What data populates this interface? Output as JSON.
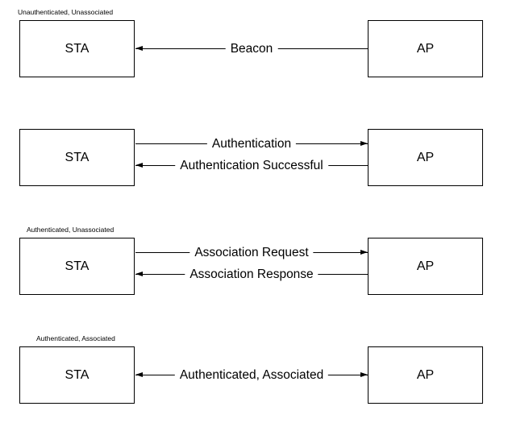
{
  "diagram": {
    "rows": [
      {
        "state_label": "Unauthenticated, Unassociated",
        "station_label": "STA",
        "ap_label": "AP",
        "messages": [
          {
            "text": "Beacon",
            "direction": "ap-to-sta"
          }
        ]
      },
      {
        "state_label": "",
        "station_label": "STA",
        "ap_label": "AP",
        "messages": [
          {
            "text": "Authentication",
            "direction": "sta-to-ap"
          },
          {
            "text": "Authentication Successful",
            "direction": "ap-to-sta"
          }
        ]
      },
      {
        "state_label": "Authenticated, Unassociated",
        "station_label": "STA",
        "ap_label": "AP",
        "messages": [
          {
            "text": "Association Request",
            "direction": "sta-to-ap"
          },
          {
            "text": "Association Response",
            "direction": "ap-to-sta"
          }
        ]
      },
      {
        "state_label": "Authenticated, Associated",
        "station_label": "STA",
        "ap_label": "AP",
        "messages": [
          {
            "text": "Authenticated, Associated",
            "direction": "bidirectional"
          }
        ]
      }
    ]
  }
}
